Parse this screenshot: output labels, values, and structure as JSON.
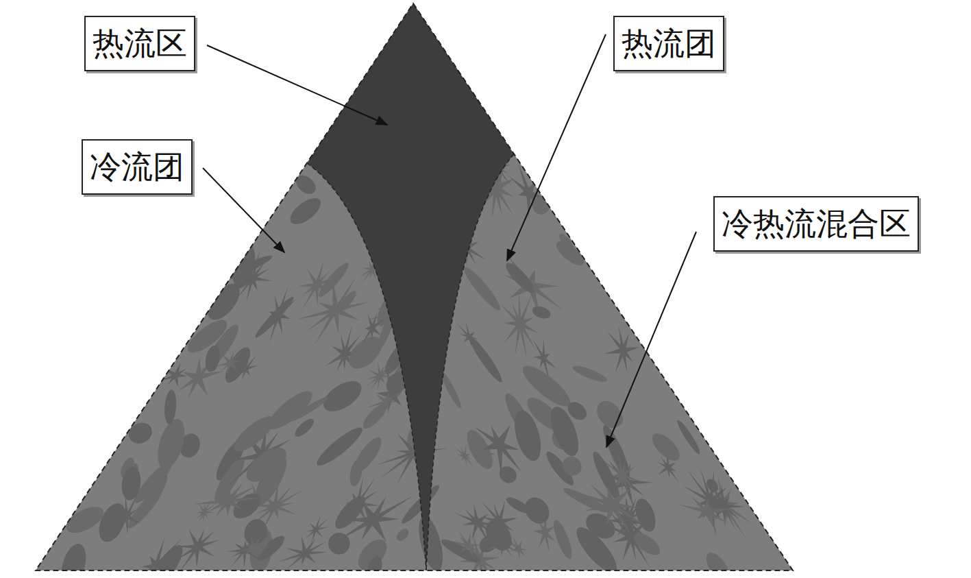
{
  "diagram": {
    "nodes": [
      {
        "text": [
          "热流区"
        ]
      },
      {
        "text": [
          "热流团"
        ]
      },
      {
        "text": [
          "冷流团"
        ]
      },
      {
        "text": [
          "冷热流混合区"
        ]
      }
    ]
  }
}
